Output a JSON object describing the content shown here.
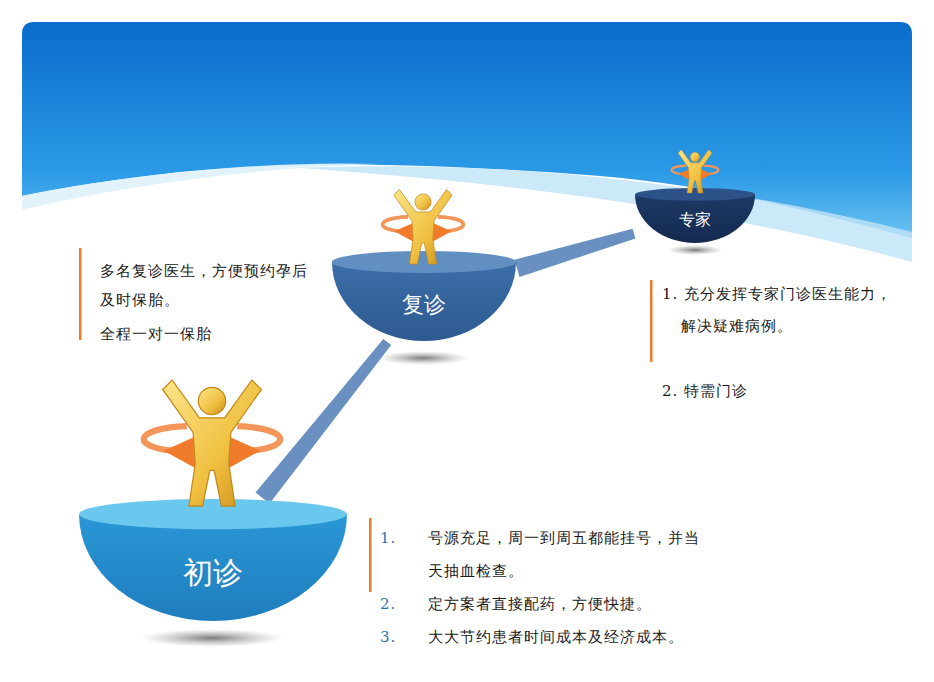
{
  "diagram": {
    "nodes": [
      {
        "text": [
          "初诊"
        ]
      },
      {
        "text": [
          "复诊"
        ]
      },
      {
        "text": [
          "专家"
        ]
      }
    ],
    "edges": [
      {
        "from": 0,
        "to": 1,
        "arrow": "none"
      },
      {
        "from": 1,
        "to": 2,
        "arrow": "none"
      }
    ],
    "labels": [
      "多名复诊医生，方便预约孕后及时保胎。",
      "全程一对一保胎",
      "1. 充分发挥专家门诊医生能力，解决疑难病例。",
      "2. 特需门诊",
      "1.",
      "号源充足，周一到周五都能挂号，并当天抽血检查。",
      "2.",
      "定方案者直接配药，方便快捷。",
      "3.",
      "大大节约患者时间成本及经济成本。"
    ]
  }
}
